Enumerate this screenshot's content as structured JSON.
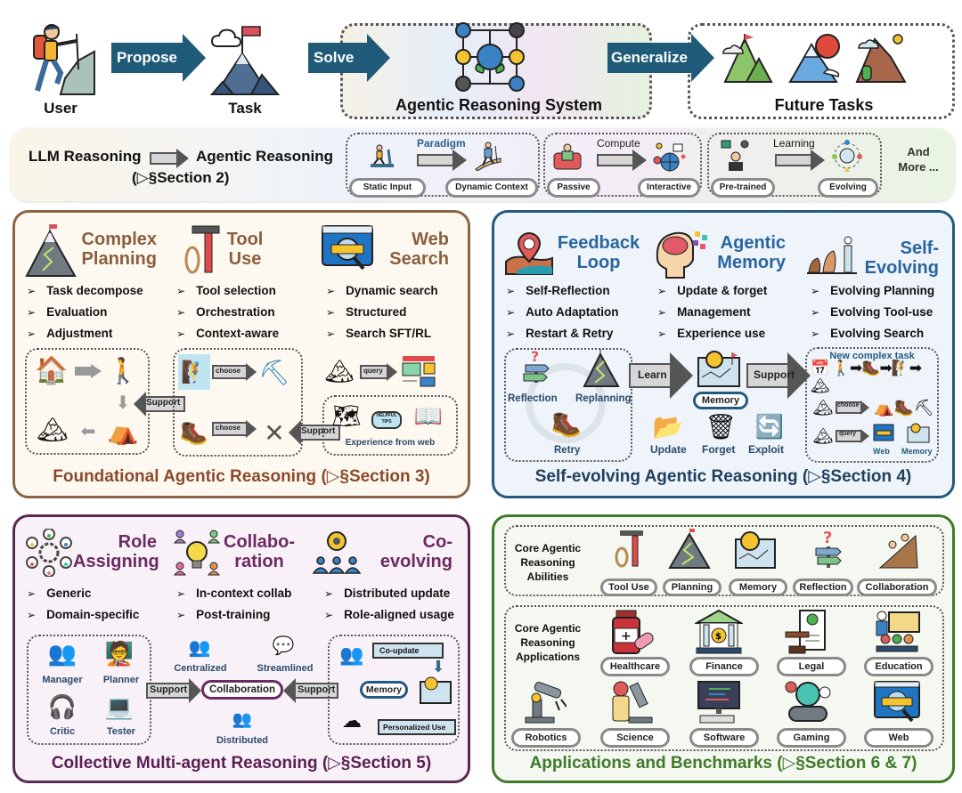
{
  "top_row": {
    "user_label": "User",
    "propose_label": "Propose",
    "task_label": "Task",
    "solve_label": "Solve",
    "system_label": "Agentic Reasoning System",
    "generalize_label": "Generalize",
    "future_label": "Future Tasks"
  },
  "section2_bar": {
    "left_from": "LLM Reasoning",
    "left_to": "Agentic Reasoning",
    "left_ref": "(▷§Section 2)",
    "shifts": [
      {
        "title": "Paradigm",
        "from": "Static Input",
        "to": "Dynamic Context"
      },
      {
        "title": "Compute",
        "from": "Passive",
        "to": "Interactive"
      },
      {
        "title": "Learning",
        "from": "Pre-trained",
        "to": "Evolving"
      }
    ],
    "more": "And More ..."
  },
  "foundational": {
    "color": "#7a4e2d",
    "columns": [
      {
        "title1": "Complex",
        "title2": "Planning",
        "items": [
          "Task decompose",
          "Evaluation",
          "Adjustment"
        ]
      },
      {
        "title1": "Tool",
        "title2": "Use",
        "items": [
          "Tool selection",
          "Orchestration",
          "Context-aware"
        ]
      },
      {
        "title1": "Web",
        "title2": "Search",
        "items": [
          "Dynamic search",
          "Structured",
          "Search SFT/RL"
        ]
      }
    ],
    "support1": "Support",
    "support2": "Support",
    "choose1": "choose",
    "choose2": "choose",
    "query": "query",
    "experience": "Experience from web",
    "helpful_tips": "HELPFUL TIPS",
    "footer": "Foundational Agentic Reasoning (▷§Section 3)"
  },
  "self_evolving": {
    "color": "#2a5f8a",
    "columns": [
      {
        "title1": "Feedback",
        "title2": "Loop",
        "items": [
          "Self-Reflection",
          "Auto Adaptation",
          "Restart & Retry"
        ]
      },
      {
        "title1": "Agentic",
        "title2": "Memory",
        "items": [
          "Update & forget",
          "Management",
          "Experience use"
        ]
      },
      {
        "title1": "Self-",
        "title2": "Evolving",
        "items": [
          "Evolving Planning",
          "Evolving Tool-use",
          "Evolving Search"
        ]
      }
    ],
    "reflection": "Reflection",
    "replanning": "Replanning",
    "retry": "Retry",
    "learn": "Learn",
    "memory_pill": "Memory",
    "support": "Support",
    "update": "Update",
    "forget": "Forget",
    "exploit": "Exploit",
    "new_task": "New complex task",
    "choose": "choose",
    "query": "query",
    "web": "Web",
    "memory": "Memory",
    "footer": "Self-evolving Agentic Reasoning (▷§Section 4)"
  },
  "multi_agent": {
    "color": "#6b2a63",
    "columns": [
      {
        "title1": "Role",
        "title2": "Assigning",
        "items": [
          "Generic",
          "Domain-specific"
        ]
      },
      {
        "title1": "Collabo-",
        "title2": "ration",
        "items": [
          "In-context collab",
          "Post-training"
        ]
      },
      {
        "title1": "Co-",
        "title2": "evolving",
        "items": [
          "Distributed update",
          "Role-aligned usage"
        ]
      }
    ],
    "roles": [
      "Manager",
      "Planner",
      "Critic",
      "Tester"
    ],
    "support_left": "Support",
    "support_right": "Support",
    "collaboration": "Collaboration",
    "centralized": "Centralized",
    "streamlined": "Streamlined",
    "distributed": "Distributed",
    "co_update": "Co-update",
    "memory": "Memory",
    "personalized": "Personalized Use",
    "footer": "Collective Multi-agent Reasoning (▷§Section 5)"
  },
  "applications": {
    "color": "#3f7a2a",
    "abilities_heading": "Core Agentic Reasoning Abilities",
    "abilities": [
      "Tool Use",
      "Planning",
      "Memory",
      "Reflection",
      "Collaboration"
    ],
    "applications_heading": "Core Agentic Reasoning Applications",
    "apps_row1": [
      "Healthcare",
      "Finance",
      "Legal",
      "Education"
    ],
    "apps_row2": [
      "Robotics",
      "Science",
      "Software",
      "Gaming",
      "Web"
    ],
    "footer": "Applications and Benchmarks (▷§Section 6 & 7)"
  }
}
